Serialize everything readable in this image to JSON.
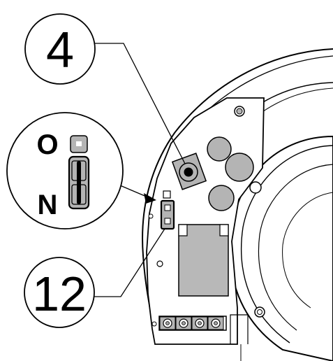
{
  "callouts": {
    "top": {
      "label": "4"
    },
    "bottom": {
      "label": "12"
    }
  },
  "switch": {
    "label_top": "O",
    "label_bottom": "N"
  },
  "colors": {
    "line": "#000000",
    "background": "#ffffff",
    "board_fill": "#ffffff",
    "component_gray": "#b4b4b4",
    "chip_gray": "#b8b8b8",
    "pin_gray": "#a0a0a0"
  }
}
